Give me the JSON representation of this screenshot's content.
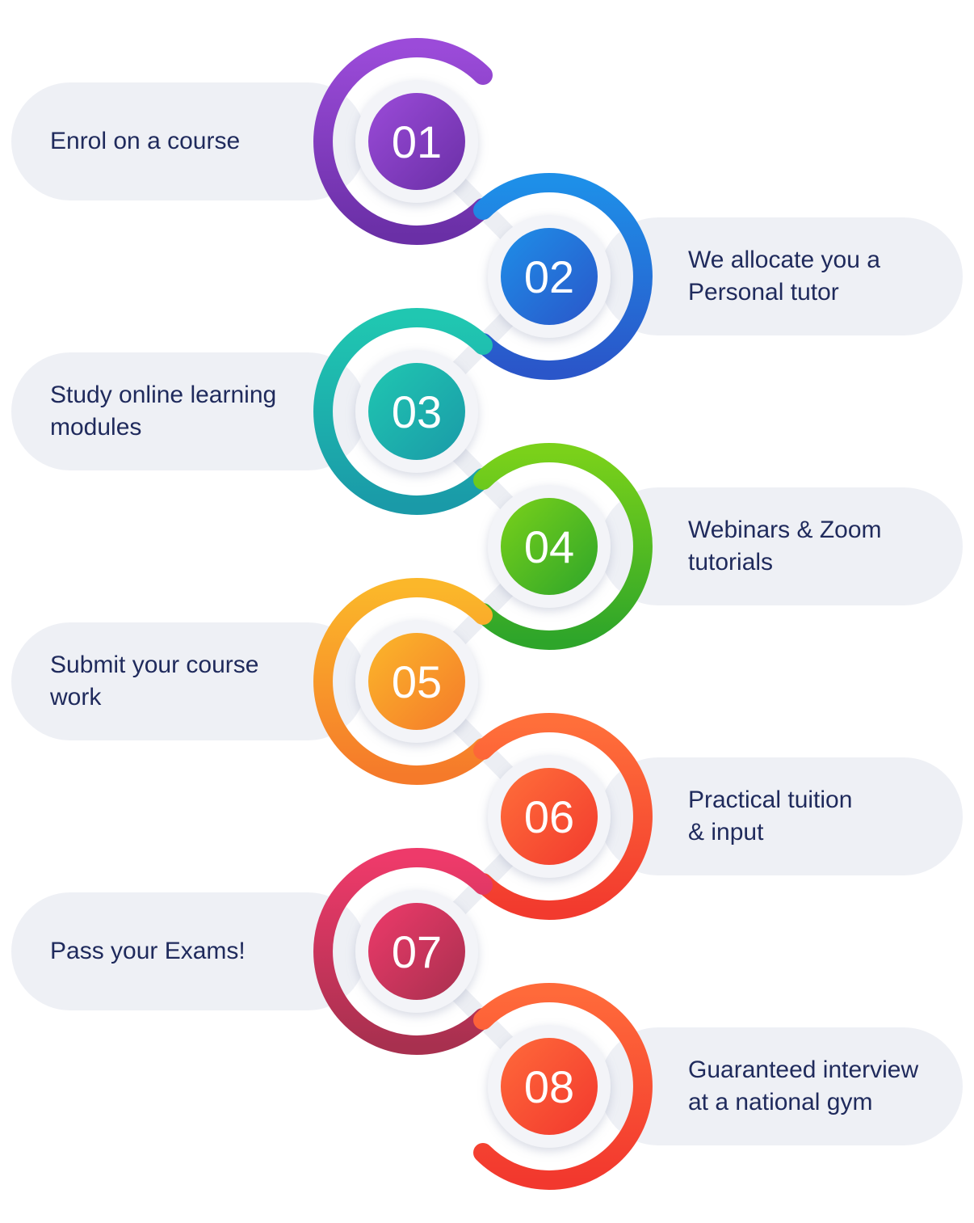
{
  "steps": [
    {
      "number": "01",
      "text": "Enrol on a course",
      "color_a": "#9b4bd9",
      "color_b": "#6a2fa6"
    },
    {
      "number": "02",
      "text": "We allocate you a\nPersonal tutor",
      "color_a": "#1e8fe8",
      "color_b": "#2a56c9"
    },
    {
      "number": "03",
      "text": "Study online learning\nmodules",
      "color_a": "#20c7b1",
      "color_b": "#1a9aa8"
    },
    {
      "number": "04",
      "text": "Webinars & Zoom\ntutorials",
      "color_a": "#7ad11a",
      "color_b": "#2ea52a"
    },
    {
      "number": "05",
      "text": "Submit your course\nwork",
      "color_a": "#fbb72a",
      "color_b": "#f57a2a"
    },
    {
      "number": "06",
      "text": "Practical tuition\n& input",
      "color_a": "#ff6f3a",
      "color_b": "#f23a2e"
    },
    {
      "number": "07",
      "text": "Pass your Exams!",
      "color_a": "#ee3a6a",
      "color_b": "#a8304f"
    },
    {
      "number": "08",
      "text": "Guaranteed interview\nat a national gym",
      "color_a": "#ff6a3a",
      "color_b": "#f2382e"
    }
  ],
  "colors": {
    "pill": "#eef0f5",
    "text": "#1f2a5c",
    "connector": "#eceef3"
  }
}
